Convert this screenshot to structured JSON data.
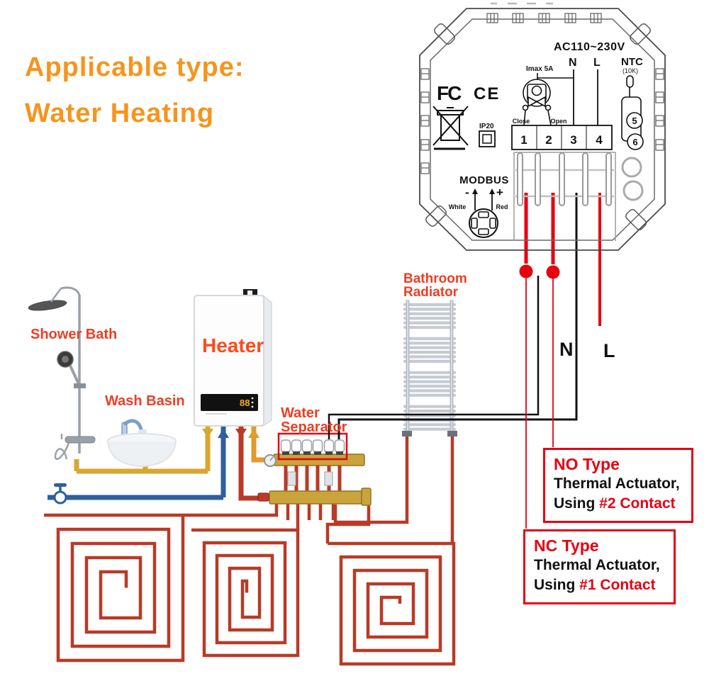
{
  "header": {
    "line1": "Applicable type:",
    "line2": "Water Heating"
  },
  "thermostat": {
    "voltage": "AC110~230V",
    "imax": "Imax 5A",
    "n": "N",
    "l": "L",
    "ntc": "NTC",
    "ntc_sub": "(10K)",
    "close": "Close",
    "open": "Open",
    "terminals": [
      "1",
      "2",
      "3",
      "4"
    ],
    "sensor_5": "5",
    "sensor_6": "6",
    "fcc": "FC",
    "ce": "CE",
    "ip20": "IP20",
    "modbus": "MODBUS",
    "modbus_minus": "-",
    "modbus_plus": "+",
    "modbus_white": "White",
    "modbus_red": "Red"
  },
  "wiring": {
    "n": "N",
    "l": "L"
  },
  "equipment": {
    "shower": "Shower Bath",
    "basin": "Wash Basin",
    "heater": "Heater",
    "heater_display": "88",
    "separator1": "Water",
    "separator2": "Separator",
    "radiator1": "Bathroom",
    "radiator2": "Radiator"
  },
  "notes": {
    "no": {
      "title": "NO Type",
      "line2": "Thermal Actuator,",
      "using": "Using ",
      "contact": "#2 Contact"
    },
    "nc": {
      "title": "NC Type",
      "line2": "Thermal Actuator,",
      "using": "Using ",
      "contact": "#1 Contact"
    }
  },
  "colors": {
    "accent_orange": "#F7941D",
    "label_red": "#EE3E23",
    "wire_red": "#E60012",
    "pipe_red": "#B93A26",
    "pipe_yellow": "#D9A62E",
    "pipe_blue": "#2E5F9E",
    "pipe_orange": "#E09B2D"
  }
}
